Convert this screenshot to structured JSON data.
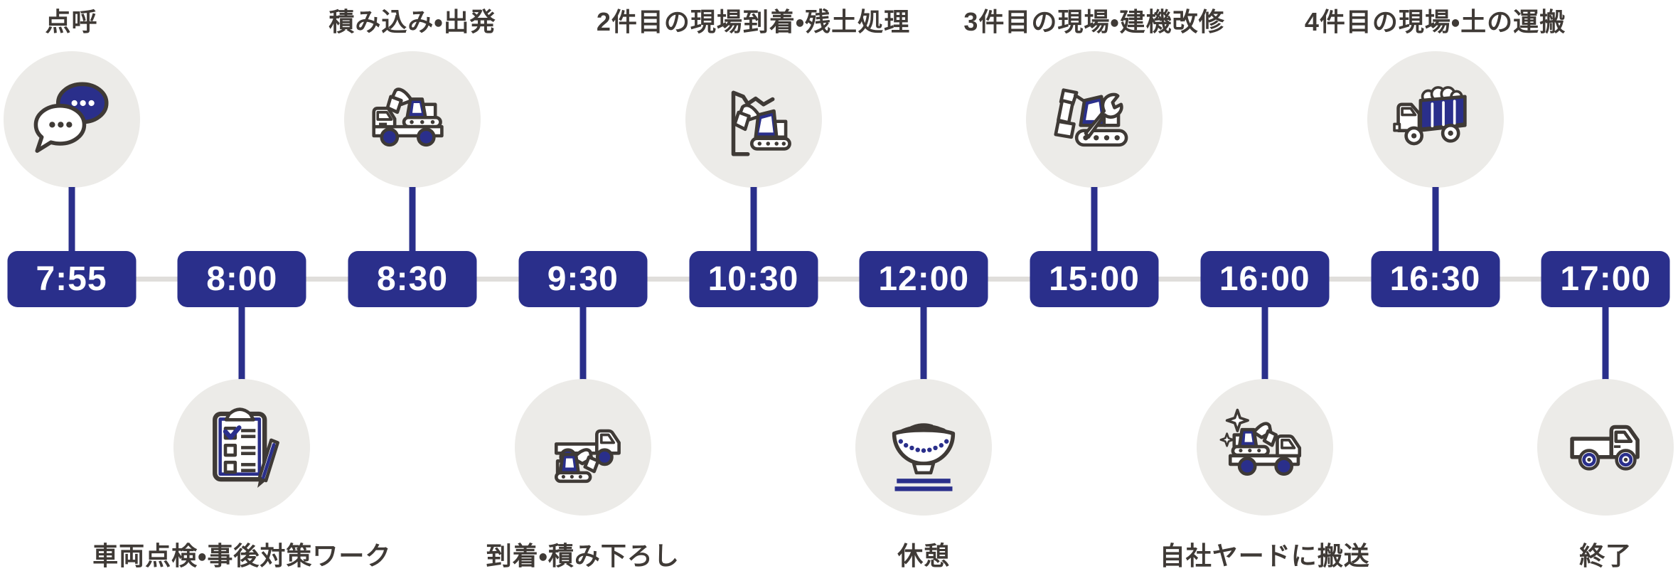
{
  "palette": {
    "navy": "#2A2F8B",
    "circle_bg": "#ECEBE8",
    "line_gray": "#E0DEDB",
    "dark": "#3F3A36",
    "white": "#FFFFFF"
  },
  "timeline": {
    "items": [
      {
        "time": "7:55",
        "label": "点呼",
        "side": "top",
        "icon": "chat-bubbles-icon"
      },
      {
        "time": "8:00",
        "label": "車両点検・事後対策ワーク",
        "side": "bottom",
        "icon": "clipboard-checklist-icon"
      },
      {
        "time": "8:30",
        "label": "積み込み・出発",
        "side": "top",
        "icon": "truck-loading-icon"
      },
      {
        "time": "9:30",
        "label": "到着・積み下ろし",
        "side": "bottom",
        "icon": "truck-unloading-icon"
      },
      {
        "time": "10:30",
        "label": "2件目の現場到着・残土処理",
        "side": "top",
        "icon": "excavator-site-icon"
      },
      {
        "time": "12:00",
        "label": "休憩",
        "side": "bottom",
        "icon": "noodle-bowl-icon"
      },
      {
        "time": "15:00",
        "label": "3件目の現場・建機改修",
        "side": "top",
        "icon": "excavator-wrench-icon"
      },
      {
        "time": "16:00",
        "label": "自社ヤードに搬送",
        "side": "bottom",
        "icon": "truck-yard-icon"
      },
      {
        "time": "16:30",
        "label": "4件目の現場・土の運搬",
        "side": "top",
        "icon": "dump-truck-icon"
      },
      {
        "time": "17:00",
        "label": "終了",
        "side": "bottom",
        "icon": "truck-finish-icon"
      }
    ]
  }
}
